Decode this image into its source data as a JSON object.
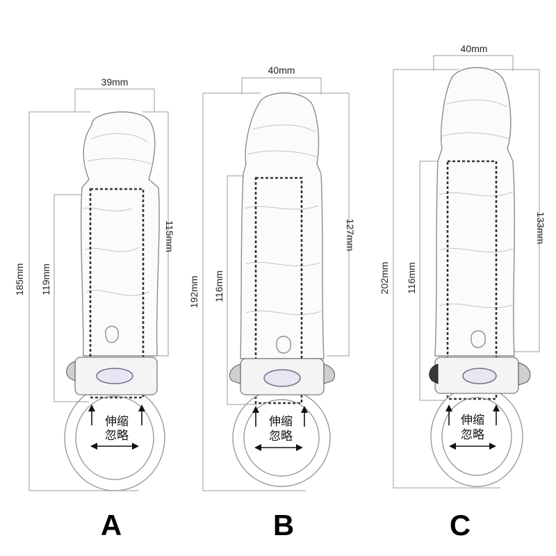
{
  "products": [
    {
      "letter": "A",
      "width": "39mm",
      "total_length": "185mm",
      "inner_length": "119mm",
      "shaft_length": "115mm",
      "note_line1": "伸缩",
      "note_line2": "忽略",
      "end_cap_color": "#cfcfcf"
    },
    {
      "letter": "B",
      "width": "40mm",
      "total_length": "192mm",
      "inner_length": "116mm",
      "shaft_length": "127mm",
      "note_line1": "伸缩",
      "note_line2": "忽略",
      "end_cap_color": "#cfcfcf"
    },
    {
      "letter": "C",
      "width": "40mm",
      "total_length": "202mm",
      "inner_length": "116mm",
      "shaft_length": "133mm",
      "note_line1": "伸缩",
      "note_line2": "忽略",
      "end_cap_color": "#3a3a3a"
    }
  ]
}
